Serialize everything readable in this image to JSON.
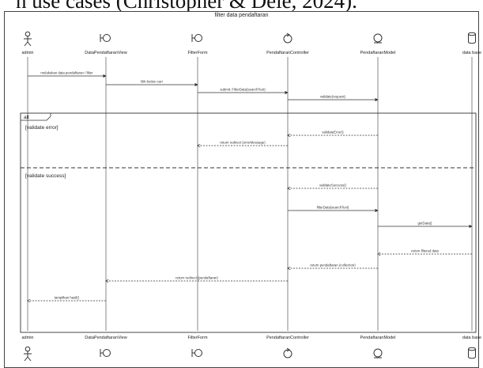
{
  "caption": "n use cases (Christopher & Dele, 2024).",
  "diagram_title": "filter data pendaftaran",
  "participants": [
    {
      "name": "admin",
      "kind": "actor"
    },
    {
      "name": "DataPendaftaranView",
      "kind": "boundary"
    },
    {
      "name": "FilterForm",
      "kind": "boundary"
    },
    {
      "name": "PendaftaranController",
      "kind": "control"
    },
    {
      "name": "PendaftaranModel",
      "kind": "entity"
    },
    {
      "name": "data base",
      "kind": "database"
    }
  ],
  "fragment": {
    "operator": "alt",
    "guards": [
      "[validate error]",
      "[validate success]"
    ]
  },
  "messages": [
    {
      "from": 0,
      "to": 1,
      "label": "melakukan data pendaftaran / filter",
      "kind": "sync"
    },
    {
      "from": 1,
      "to": 2,
      "label": "klik button cari",
      "kind": "sync"
    },
    {
      "from": 2,
      "to": 3,
      "label": "submit: FilterData(searchText)",
      "kind": "sync"
    },
    {
      "from": 3,
      "to": 4,
      "label": "validate(request)",
      "kind": "sync"
    },
    {
      "from": 4,
      "to": 3,
      "label": "validateError()",
      "kind": "return"
    },
    {
      "from": 3,
      "to": 2,
      "label": "return redirect (errorMessage)",
      "kind": "return"
    },
    {
      "from": 4,
      "to": 3,
      "label": "validateSuccess()",
      "kind": "return"
    },
    {
      "from": 3,
      "to": 4,
      "label": "filterData(searchText)",
      "kind": "sync"
    },
    {
      "from": 4,
      "to": 5,
      "label": "getData()",
      "kind": "sync"
    },
    {
      "from": 5,
      "to": 4,
      "label": "return filtered data",
      "kind": "return"
    },
    {
      "from": 4,
      "to": 3,
      "label": "return pendaftaran (collection)",
      "kind": "return"
    },
    {
      "from": 3,
      "to": 1,
      "label": "return redirect (pendaftaran)",
      "kind": "return"
    },
    {
      "from": 1,
      "to": 0,
      "label": "tampilkan hasil()",
      "kind": "return"
    }
  ]
}
